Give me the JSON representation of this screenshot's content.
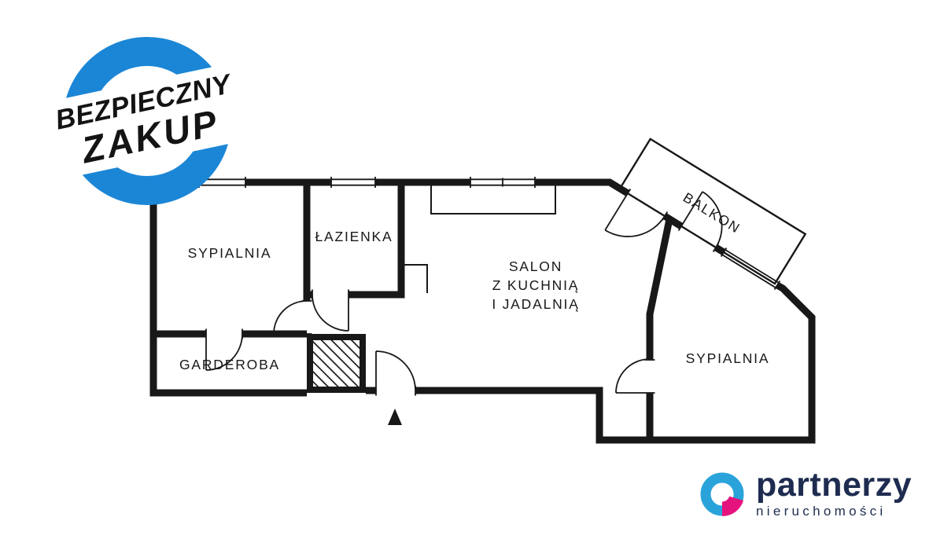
{
  "badge": {
    "line1": "BEZPIECZNY",
    "line2": "ZAKUP",
    "ring_color": "#1b86d6"
  },
  "floorplan": {
    "rooms": {
      "bedroom_left": "SYPIALNIA",
      "bathroom": "ŁAZIENKA",
      "salon_line1": "SALON",
      "salon_line2": "Z KUCHNIĄ",
      "salon_line3": "I JADALNIĄ",
      "balcony": "BALKON",
      "bedroom_right": "SYPIALNIA",
      "wardrobe": "GARDEROBA"
    },
    "wall_color": "#181818"
  },
  "logo": {
    "brand": "partnerzy",
    "subtitle": "nieruchomości",
    "colors": {
      "blue": "#2aa3db",
      "pink": "#e5137d",
      "navy": "#1e2c50"
    }
  }
}
